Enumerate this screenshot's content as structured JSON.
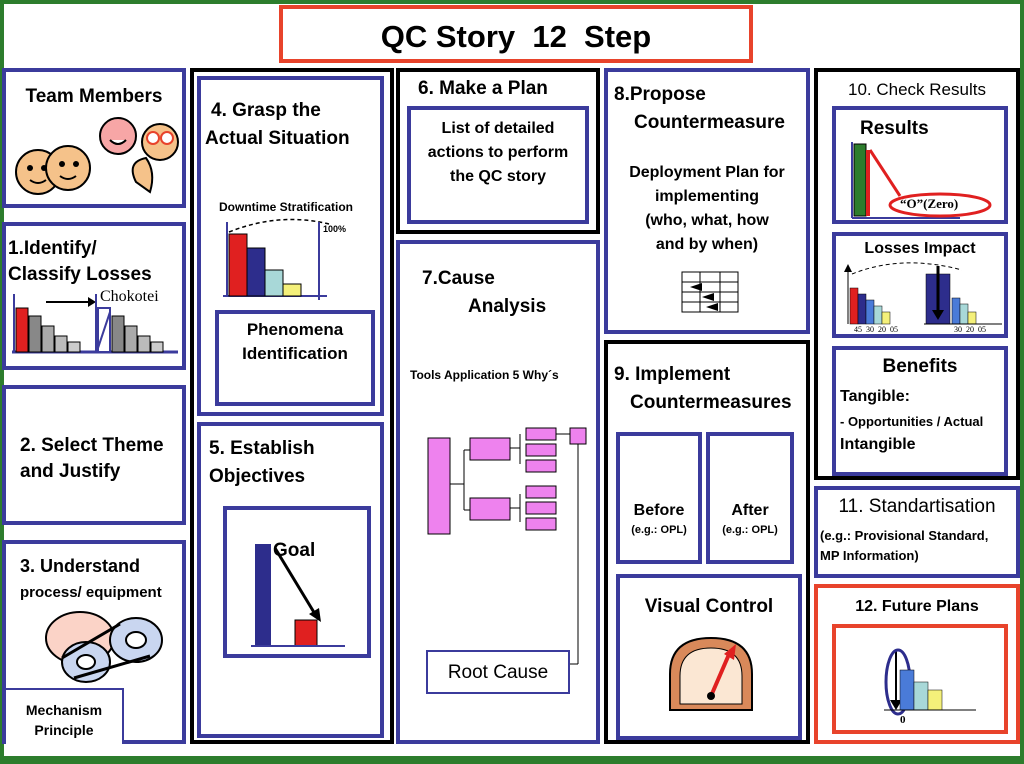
{
  "title": "QC Story  12  Step",
  "team_members": {
    "title": "Team Members"
  },
  "step1": {
    "line1": "1.Identify/",
    "line2": "Classify Losses",
    "chokotei": "Chokotei"
  },
  "step2": {
    "line1": "2. Select Theme",
    "line2": "and Justify"
  },
  "step3": {
    "line1": "3. Understand",
    "line2": "process/ equipment",
    "mechanism_line1": "Mechanism",
    "mechanism_line2": "Principle"
  },
  "step4": {
    "line1": "4. Grasp the",
    "line2": "Actual Situation",
    "chart_title": "Downtime Stratification",
    "pct_label": "100%",
    "phenomena_line1": "Phenomena",
    "phenomena_line2": "Identification"
  },
  "step5": {
    "line1": "5. Establish",
    "line2": "Objectives",
    "goal": "Goal"
  },
  "step6": {
    "title": "6. Make a Plan",
    "line1": "List of detailed",
    "line2": "actions to perform",
    "line3": "the QC story"
  },
  "step7": {
    "line1": "7.Cause",
    "line2": "Analysis",
    "tools": "Tools Application 5 Why´s",
    "root_cause": "Root Cause"
  },
  "step8": {
    "line1": "8.Propose",
    "line2": "Countermeasure",
    "d1": "Deployment Plan for",
    "d2": "implementing",
    "d3": "(who, what, how",
    "d4": "and by when)"
  },
  "step9": {
    "line1": "9. Implement",
    "line2": "Countermeasures",
    "before": "Before",
    "before_sub": "(e.g.: OPL)",
    "after": "After",
    "after_sub": "(e.g.: OPL)",
    "visual": "Visual Control"
  },
  "step10": {
    "title": "10. Check Results",
    "results": "Results",
    "zero": "“O”(Zero)",
    "losses": "Losses Impact",
    "benefits": "Benefits",
    "tangible": "Tangible:",
    "opps": "- Opportunities / Actual",
    "intangible": "Intangible"
  },
  "step11": {
    "title": "11. Standartisation",
    "line1": "(e.g.: Provisional Standard,",
    "line2": "MP Information)"
  },
  "step12": {
    "title": "12. Future Plans",
    "zero": "0"
  },
  "colors": {
    "box_border": "#3b3b9c",
    "accent_red": "#e8432b",
    "frame_green": "#2d7d2d",
    "tree_magenta": "#ee82ee"
  }
}
